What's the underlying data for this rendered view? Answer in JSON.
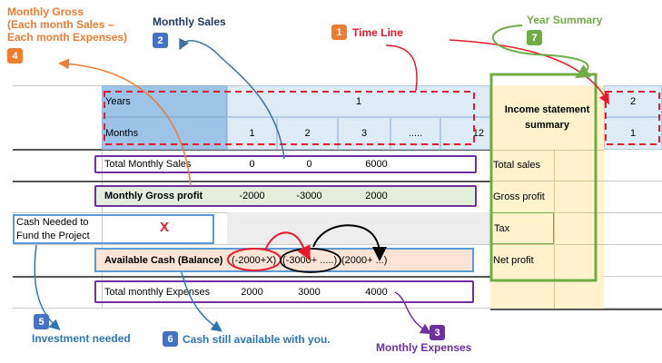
{
  "annotations": {
    "a1": {
      "num": "1",
      "label": "Time Line"
    },
    "a2": {
      "num": "2",
      "label": "Monthly Sales"
    },
    "a3": {
      "num": "3",
      "label": "Monthly Expenses"
    },
    "a4": {
      "num": "4",
      "line1": "Monthly Gross",
      "line2": "(Each month Sales –",
      "line3": "Each month Expenses)"
    },
    "a5": {
      "num": "5",
      "label": "Investment needed"
    },
    "a6": {
      "num": "6",
      "label": "Cash still available with you."
    },
    "a7": {
      "num": "7",
      "label": "Year Summary"
    }
  },
  "sheet": {
    "years_label": "Years",
    "year1": "1",
    "year2": "2",
    "months_label": "Months",
    "months": [
      "1",
      "2",
      "3",
      ".....",
      "12"
    ],
    "next_month": "1",
    "total_sales": {
      "label": "Total Monthly Sales",
      "values": [
        "0",
        "0",
        "6000"
      ]
    },
    "gross_profit": {
      "label": "Monthly Gross profit",
      "values": [
        "-2000",
        "-3000",
        "2000"
      ]
    },
    "cash_needed": {
      "line1": "Cash Needed to",
      "line2": "Fund the Project",
      "value": "X"
    },
    "available_cash": {
      "label": "Available Cash (Balance)",
      "values": [
        "(-2000+X)",
        "(-3000+ .....)",
        "(2000+ ...)"
      ]
    },
    "expenses": {
      "label": "Total monthly Expenses",
      "values": [
        "2000",
        "3000",
        "4000"
      ]
    }
  },
  "summary": {
    "title": "Income statement summary",
    "rows": [
      "Total sales",
      "Gross profit",
      "Tax",
      "Net profit"
    ]
  },
  "colors": {
    "orange": "#ed7d31",
    "navy": "#1f3864",
    "red": "#e8192c",
    "purple": "#7030a0",
    "green": "#70ad47",
    "blue_dark": "#2e75b6",
    "header_blue": "#9dc3e6",
    "header_light": "#ddebf7",
    "summary_fill": "#fff2cc",
    "gross_fill": "#e2efda",
    "cash_fill": "#fce4d6"
  }
}
